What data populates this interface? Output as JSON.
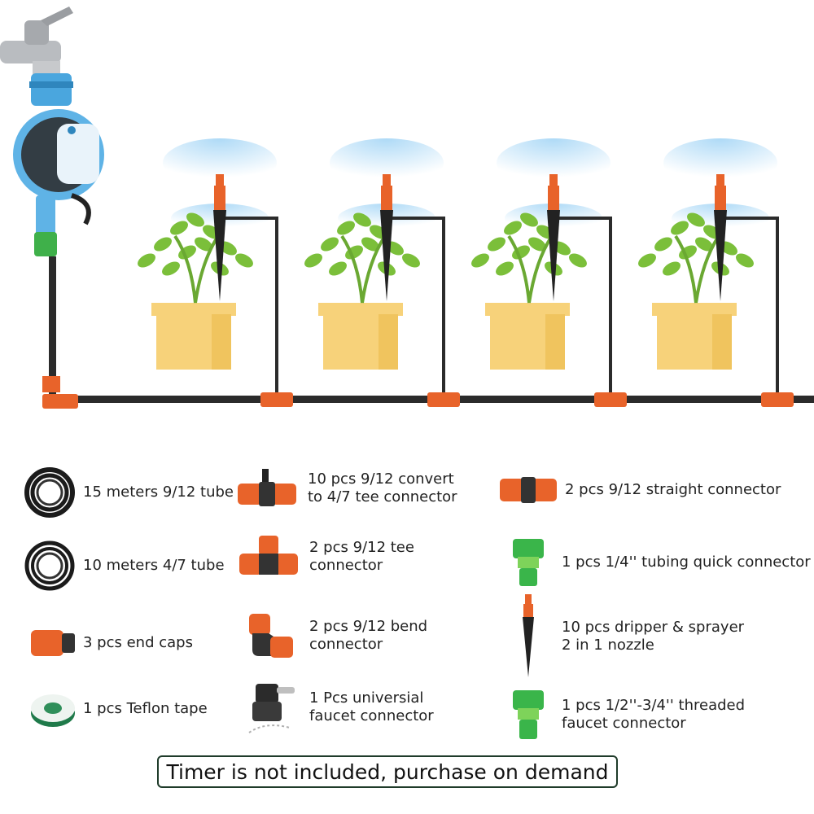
{
  "colors": {
    "tube": "#2b2b2b",
    "connector_orange": "#e8632a",
    "leaf_green": "#7bbf3a",
    "pot": "#f7d27a",
    "timer_blue": "#5fb3e6",
    "quick_connector_green": "#3ab54a",
    "note_border": "#1f3b2a"
  },
  "scene": {
    "plant_count": 4,
    "icons": [
      "faucet-icon",
      "timer-icon",
      "plant-pot-icon",
      "dripper-icon",
      "mist-spray-icon",
      "tee-connector-icon"
    ]
  },
  "items": [
    {
      "icon": "tube-coil-icon",
      "label": "15 meters 9/12 tube"
    },
    {
      "icon": "tube-coil-icon",
      "label": "10 meters 4/7 tube"
    },
    {
      "icon": "end-cap-icon",
      "label": "3 pcs end caps"
    },
    {
      "icon": "teflon-tape-icon",
      "label": "1 pcs Teflon tape"
    },
    {
      "icon": "convert-tee-icon",
      "label": "10 pcs 9/12 convert to 4/7 tee connector"
    },
    {
      "icon": "tee-connector-icon",
      "label": "2 pcs 9/12 tee connector"
    },
    {
      "icon": "bend-connector-icon",
      "label": "2 pcs 9/12 bend connector"
    },
    {
      "icon": "faucet-connector-icon",
      "label": "1 Pcs universial faucet connector"
    },
    {
      "icon": "straight-connector-icon",
      "label": "2 pcs 9/12 straight connector"
    },
    {
      "icon": "quick-connector-icon",
      "label": "1 pcs 1/4'' tubing quick connector"
    },
    {
      "icon": "dripper-nozzle-icon",
      "label": "10 pcs dripper & sprayer 2 in 1 nozzle"
    },
    {
      "icon": "threaded-connector-icon",
      "label": "1 pcs 1/2''-3/4'' threaded faucet connector"
    }
  ],
  "note": "Timer is not included, purchase on demand"
}
